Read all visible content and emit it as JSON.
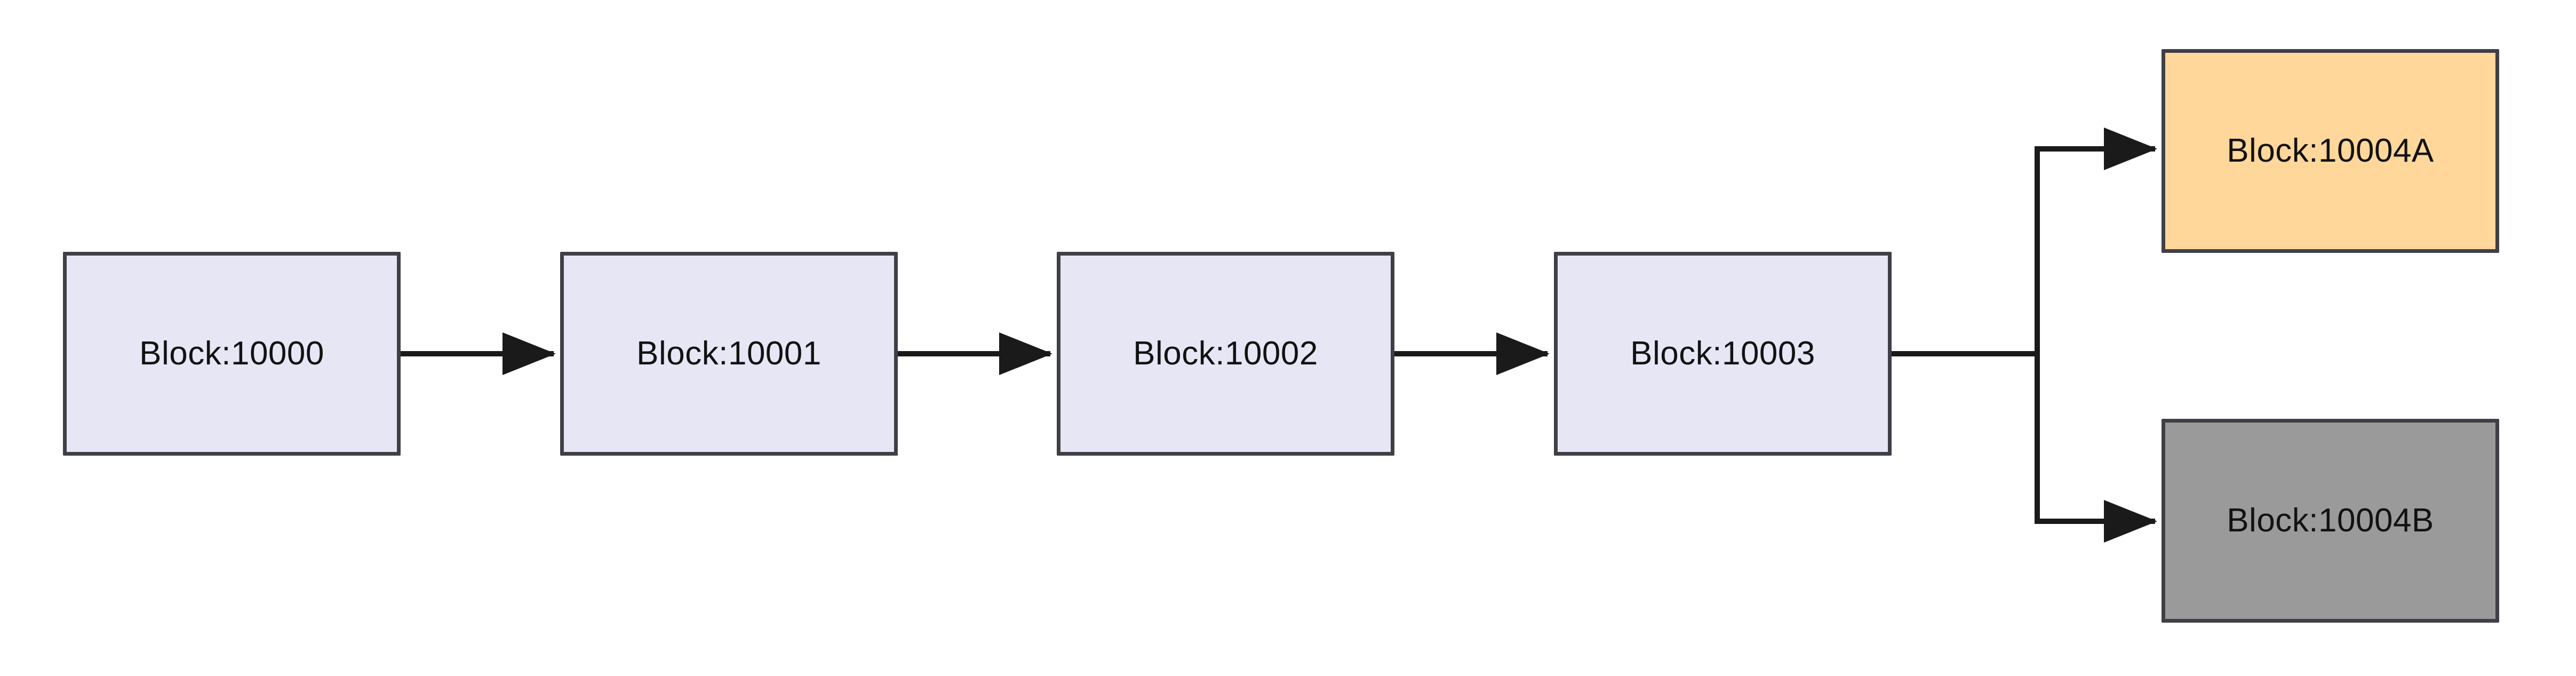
{
  "diagram": {
    "type": "blockchain-fork-flowchart",
    "orientation": "left-to-right",
    "background_color": "#ffffff",
    "edge_color": "#1a1a1a",
    "border_color": "#3f3f46",
    "nodes": [
      {
        "id": "block-10000",
        "label": "Block:10000",
        "fill": "#e6e6f5",
        "style": "default"
      },
      {
        "id": "block-10001",
        "label": "Block:10001",
        "fill": "#e6e6f5",
        "style": "default"
      },
      {
        "id": "block-10002",
        "label": "Block:10002",
        "fill": "#e6e6f5",
        "style": "default"
      },
      {
        "id": "block-10003",
        "label": "Block:10003",
        "fill": "#e6e6f5",
        "style": "default"
      },
      {
        "id": "block-10004a",
        "label": "Block:10004A",
        "fill": "#ffd79a",
        "style": "highlight"
      },
      {
        "id": "block-10004b",
        "label": "Block:10004B",
        "fill": "#9a9a9a",
        "style": "muted"
      }
    ],
    "edges": [
      {
        "from": "block-10000",
        "to": "block-10001",
        "arrow": true,
        "shape": "straight"
      },
      {
        "from": "block-10001",
        "to": "block-10002",
        "arrow": true,
        "shape": "straight"
      },
      {
        "from": "block-10002",
        "to": "block-10003",
        "arrow": true,
        "shape": "straight"
      },
      {
        "from": "block-10003",
        "to": "block-10004a",
        "arrow": true,
        "shape": "orthogonal-up"
      },
      {
        "from": "block-10003",
        "to": "block-10004b",
        "arrow": true,
        "shape": "orthogonal-down"
      }
    ]
  }
}
